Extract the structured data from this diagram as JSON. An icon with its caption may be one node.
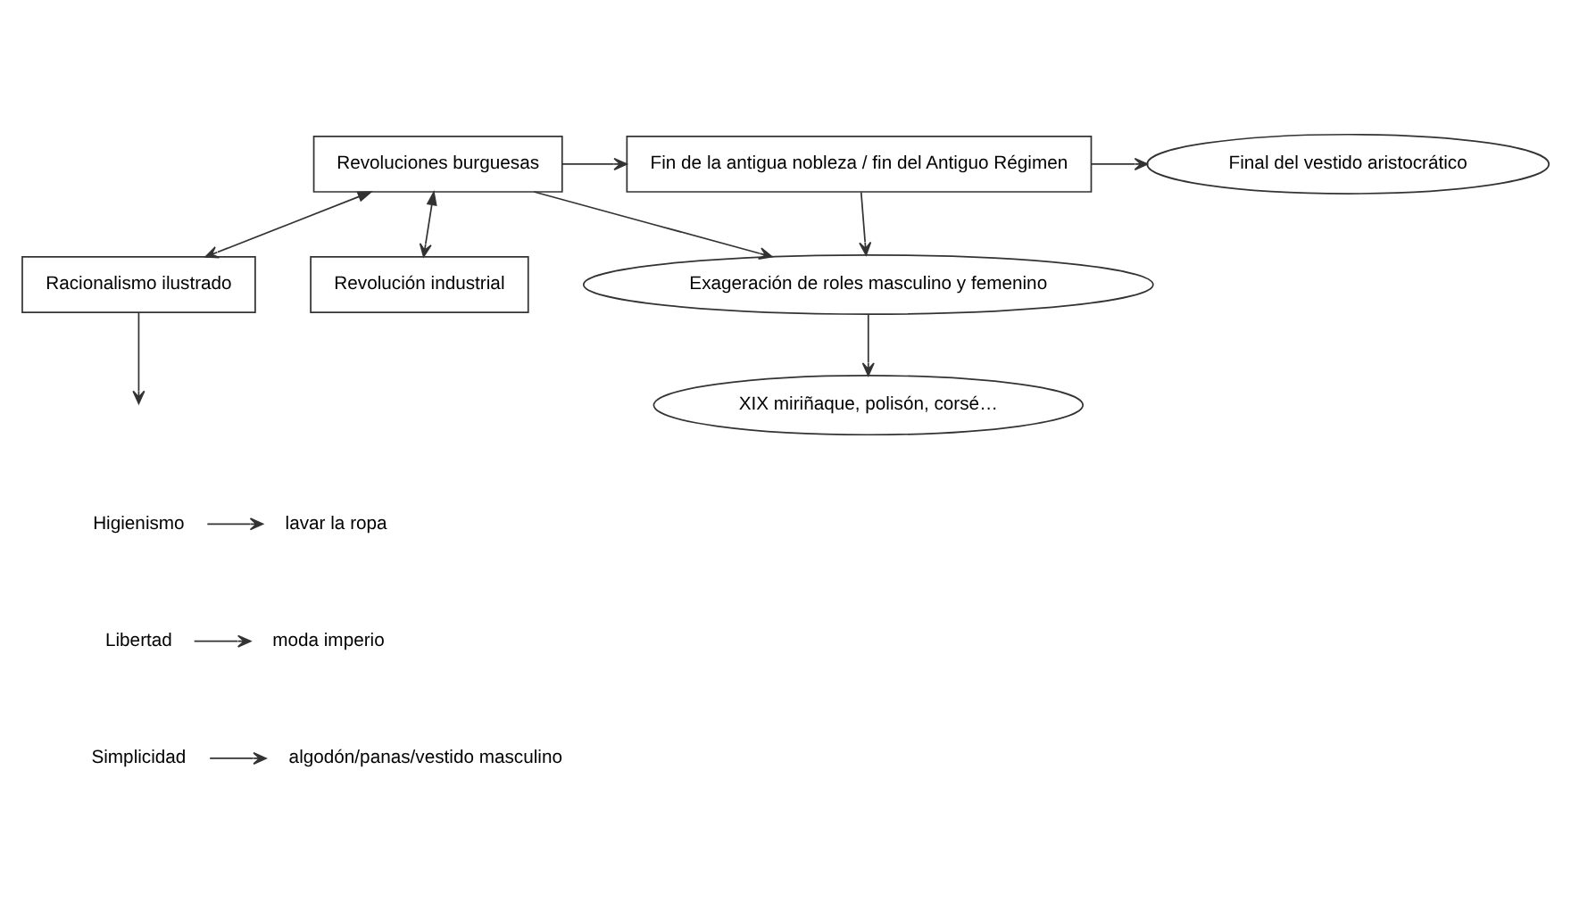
{
  "diagram": {
    "nodes": [
      {
        "text": [
          "Revoluciones burguesas"
        ]
      },
      {
        "text": [
          "Fin de la antigua nobleza / fin del Antiguo Régimen"
        ]
      },
      {
        "text": [
          "Final del vestido aristocrático"
        ]
      },
      {
        "text": [
          "Exageración de roles masculino y femenino"
        ]
      },
      {
        "text": [
          "Racionalismo ilustrado"
        ]
      },
      {
        "text": [
          "Revolución industrial"
        ]
      },
      {
        "text": [
          "XIX miriñaque, polisón, corsé…"
        ]
      },
      {
        "text": [
          "Higienismo"
        ]
      },
      {
        "text": [
          "lavar la ropa"
        ]
      },
      {
        "text": [
          "Libertad"
        ]
      },
      {
        "text": [
          "moda imperio"
        ]
      },
      {
        "text": [
          "Simplicidad"
        ]
      },
      {
        "text": [
          "algodón/panas/vestido masculino"
        ]
      }
    ],
    "edges": [
      {
        "from": 0,
        "to": 1,
        "arrow": "to"
      },
      {
        "from": 1,
        "to": 2,
        "arrow": "to"
      },
      {
        "from": 1,
        "to": 3,
        "arrow": "to"
      },
      {
        "from": 0,
        "to": 3,
        "arrow": "to"
      },
      {
        "from": 0,
        "to": 4,
        "arrow": "both"
      },
      {
        "from": 0,
        "to": 5,
        "arrow": "both"
      },
      {
        "from": 3,
        "to": 6,
        "arrow": "to"
      },
      {
        "from": 4,
        "to": null,
        "arrow": "to"
      },
      {
        "from": 7,
        "to": 8,
        "arrow": "to"
      },
      {
        "from": 9,
        "to": 10,
        "arrow": "to"
      },
      {
        "from": 11,
        "to": 12,
        "arrow": "to"
      }
    ]
  }
}
